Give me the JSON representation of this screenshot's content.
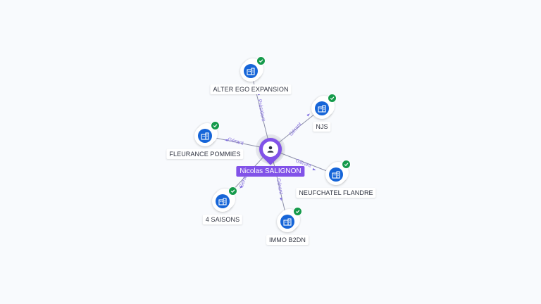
{
  "center": {
    "name": "Nicolas SALIGNON",
    "icon": "person-icon",
    "color": "#8152e8"
  },
  "companies": [
    {
      "id": "alter-ego-expansion",
      "name": "ALTER EGO EXPANSION",
      "role": "Président",
      "icon": "building-icon",
      "verified": true
    },
    {
      "id": "njs",
      "name": "NJS",
      "role": "Gérant",
      "icon": "building-icon",
      "verified": true
    },
    {
      "id": "fleurance-pommies",
      "name": "FLEURANCE POMMIES",
      "role": "Gérant",
      "icon": "building-icon",
      "verified": true
    },
    {
      "id": "neufchatel-flandre",
      "name": "NEUFCHATEL FLANDRE",
      "role": "Gérant",
      "icon": "building-icon",
      "verified": true
    },
    {
      "id": "4-saisons",
      "name": "4 SAISONS",
      "role": "Gérant",
      "icon": "building-icon",
      "verified": true
    },
    {
      "id": "immo-b2dn",
      "name": "IMMO B2DN",
      "role": "Gérant",
      "icon": "building-icon",
      "verified": true
    }
  ],
  "colors": {
    "company_node": "#1665d8",
    "verified_badge": "#159a4b",
    "edge_label": "#8b76e0",
    "background": "#f8fafd"
  }
}
